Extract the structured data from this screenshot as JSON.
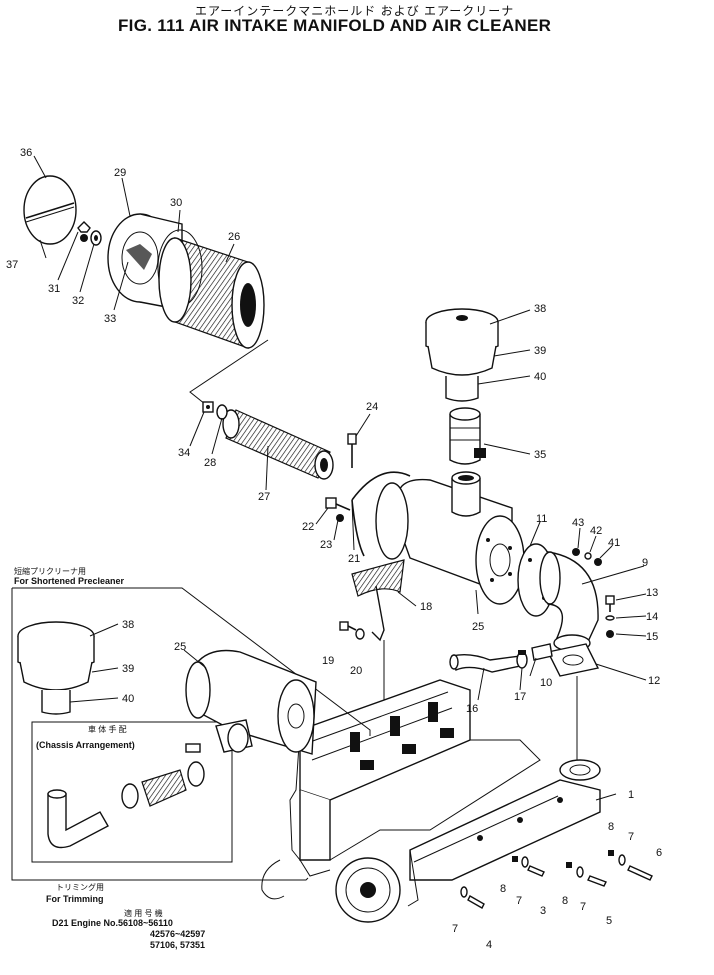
{
  "header": {
    "japanese_title": "エアーインテークマニホールド および エアークリーナ",
    "figure_title": "FIG. 111  AIR INTAKE MANIFOLD AND AIR CLEANER"
  },
  "inset": {
    "japanese_label": "短縮プリクリーナ用",
    "label": "For Shortened Precleaner",
    "chassis_japanese": "車 体 手 配",
    "chassis_label": "(Chassis Arrangement)"
  },
  "footer": {
    "trimming_japanese": "トリミング用",
    "trimming_label": "For Trimming",
    "serial_japanese": "適 用 号 機",
    "engine_line1": "D21 Engine No.56108~56110",
    "engine_line2": "42576~42597",
    "engine_line3": "57106, 57351"
  },
  "callouts": {
    "c36": "36",
    "c29": "29",
    "c30": "30",
    "c26": "26",
    "c37": "37",
    "c31": "31",
    "c32": "32",
    "c33": "33",
    "c38": "38",
    "c39": "39",
    "c40": "40",
    "c24": "24",
    "c34": "34",
    "c28": "28",
    "c27": "27",
    "c35": "35",
    "c22": "22",
    "c23": "23",
    "c21": "21",
    "c11": "11",
    "c43": "43",
    "c42": "42",
    "c41": "41",
    "c9": "9",
    "c13": "13",
    "c14": "14",
    "c15": "15",
    "c18": "18",
    "c25": "25",
    "c19": "19",
    "c20": "20",
    "c16": "16",
    "c17": "17",
    "c10": "10",
    "c12": "12",
    "c1": "1",
    "c8": "8",
    "c7": "7",
    "c6": "6",
    "c3": "3",
    "c5": "5",
    "c4": "4",
    "i38": "38",
    "i39": "39",
    "i40": "40",
    "i25": "25"
  }
}
